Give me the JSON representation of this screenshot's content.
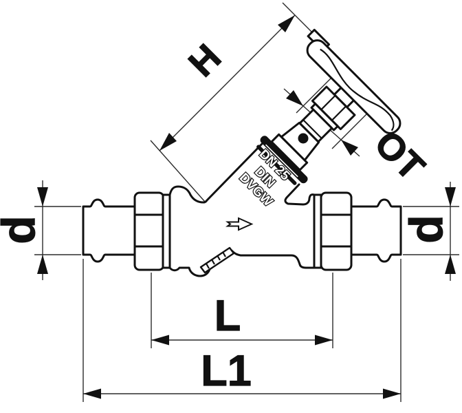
{
  "drawing": {
    "type": "technical-diagram",
    "subject": "free-flow valve with union nuts and press connection ends, side view with dimensions",
    "colors": {
      "line": "#111111",
      "dimension": "#2b2b2b",
      "background": "#ffffff"
    }
  },
  "labels": {
    "height": "H",
    "top_unit": "OT",
    "d_left": "d",
    "d_right": "d",
    "length": "L",
    "length_total": "L1"
  },
  "markings": {
    "dn": "DN 25",
    "din": "DIN",
    "dvgw": "DVGW"
  }
}
